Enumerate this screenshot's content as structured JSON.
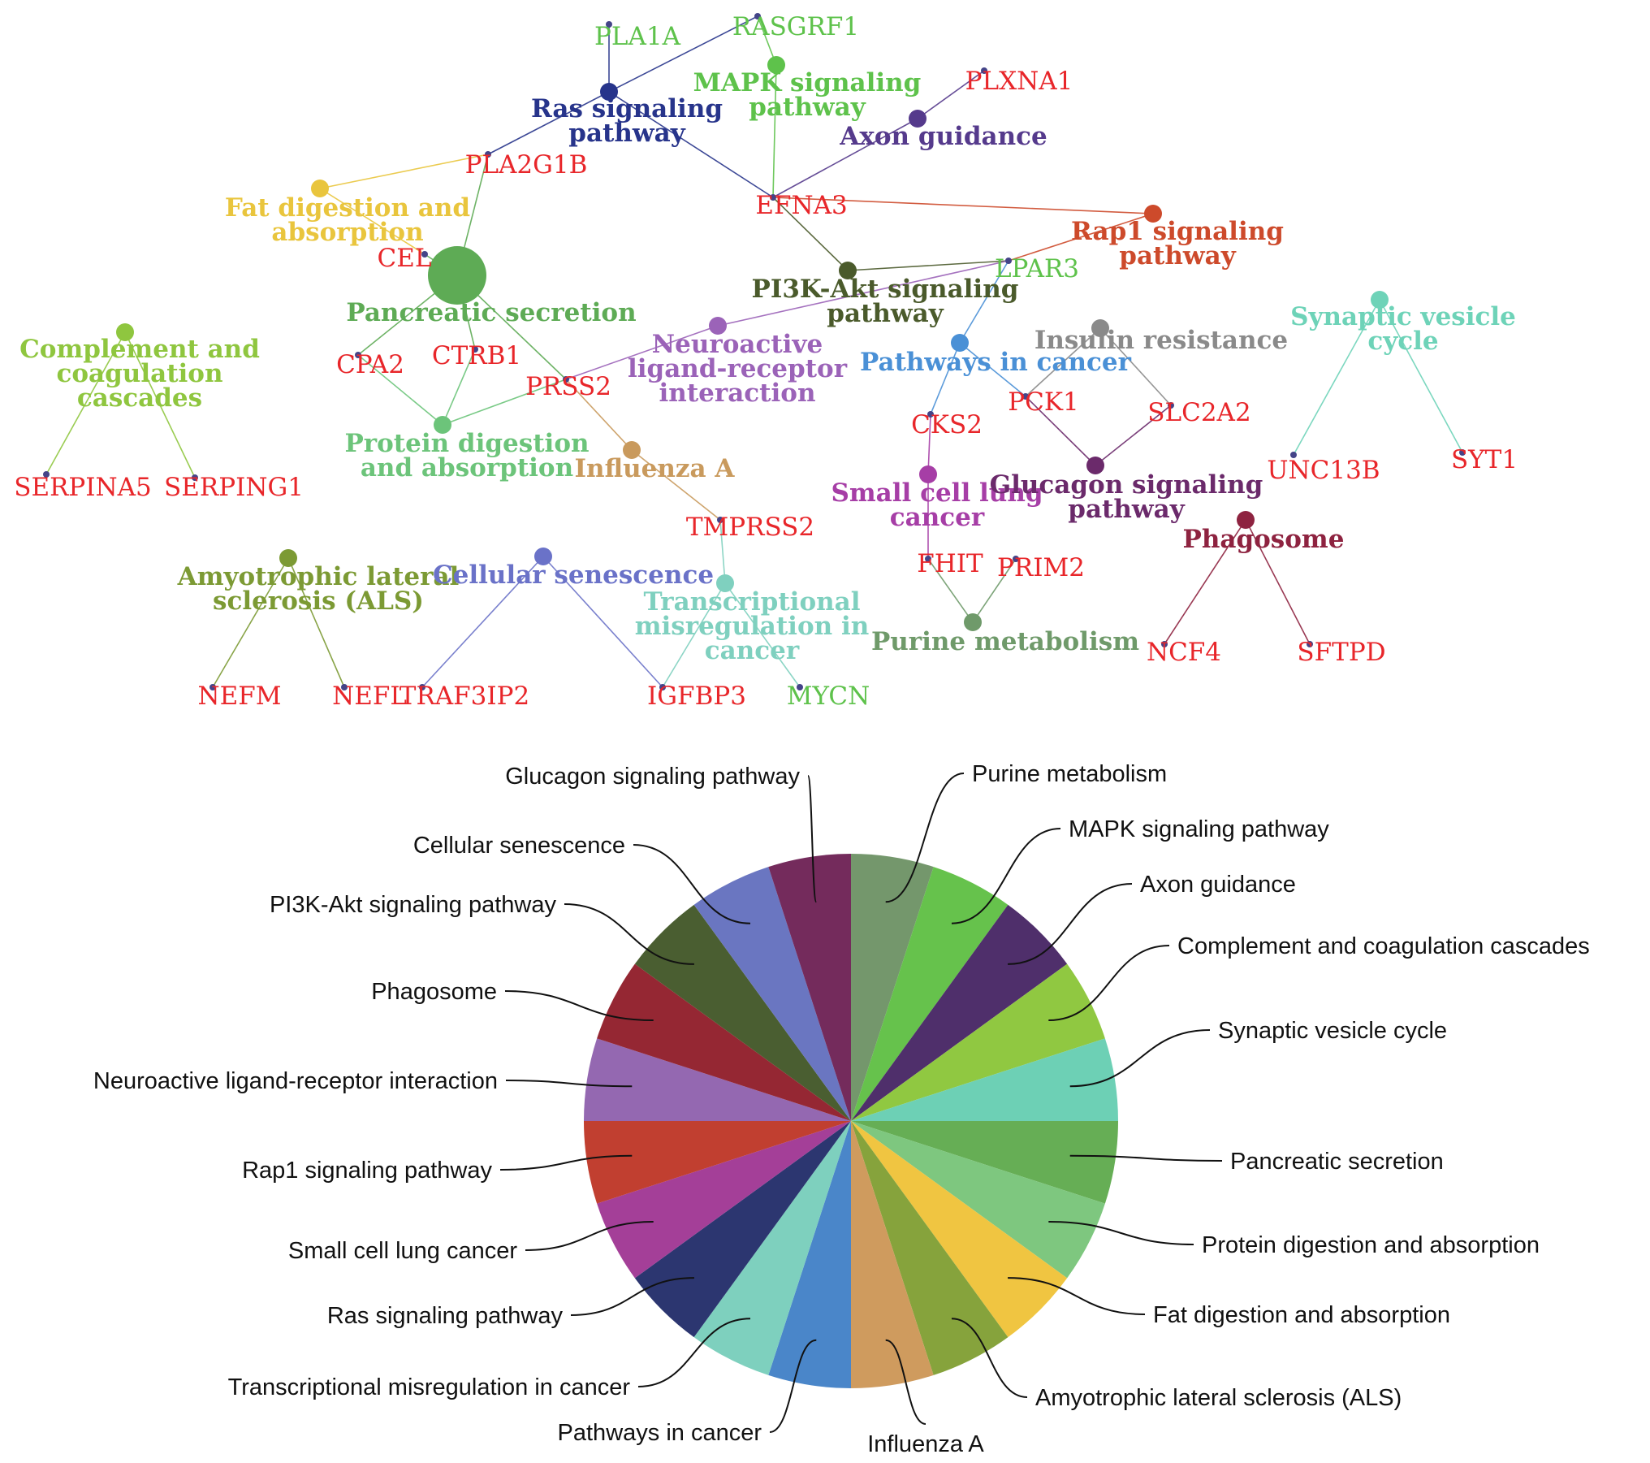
{
  "network": {
    "terms": [
      {
        "id": "ras",
        "label": [
          "Ras signaling",
          "pathway"
        ],
        "color": "#27348b"
      },
      {
        "id": "mapk",
        "label": [
          "MAPK signaling",
          "pathway"
        ],
        "color": "#5ec24b"
      },
      {
        "id": "axon",
        "label": [
          "Axon guidance"
        ],
        "color": "#553a8c"
      },
      {
        "id": "fat",
        "label": [
          "Fat digestion and",
          "absorption"
        ],
        "color": "#e9c53d"
      },
      {
        "id": "rap1",
        "label": [
          "Rap1 signaling",
          "pathway"
        ],
        "color": "#cd4a2b"
      },
      {
        "id": "pi3k",
        "label": [
          "PI3K-Akt signaling",
          "pathway"
        ],
        "color": "#4a5a2b"
      },
      {
        "id": "panc",
        "label": [
          "Pancreatic secretion"
        ],
        "color": "#5eab55"
      },
      {
        "id": "comp",
        "label": [
          "Complement and",
          "coagulation",
          "cascades"
        ],
        "color": "#8fc63f"
      },
      {
        "id": "neuro",
        "label": [
          "Neuroactive",
          "ligand-receptor",
          "interaction"
        ],
        "color": "#9b63b8"
      },
      {
        "id": "pic",
        "label": [
          "Pathways in cancer"
        ],
        "color": "#4a90d6"
      },
      {
        "id": "insulin",
        "label": [
          "Insulin resistance"
        ],
        "color": "#8a8a8a"
      },
      {
        "id": "syn",
        "label": [
          "Synaptic vesicle",
          "cycle"
        ],
        "color": "#6ed3b8"
      },
      {
        "id": "prot",
        "label": [
          "Protein digestion",
          "and absorption"
        ],
        "color": "#6cc47a"
      },
      {
        "id": "flu",
        "label": [
          "Influenza A"
        ],
        "color": "#c99a5d"
      },
      {
        "id": "sclc",
        "label": [
          "Small cell lung",
          "cancer"
        ],
        "color": "#a63ea6"
      },
      {
        "id": "gluc",
        "label": [
          "Glucagon signaling",
          "pathway"
        ],
        "color": "#6b2a6b"
      },
      {
        "id": "phago",
        "label": [
          "Phagosome"
        ],
        "color": "#8e2340"
      },
      {
        "id": "als",
        "label": [
          "Amyotrophic lateral",
          "sclerosis (ALS)"
        ],
        "color": "#7c9a34"
      },
      {
        "id": "sen",
        "label": [
          "Cellular senescence"
        ],
        "color": "#6a72c8"
      },
      {
        "id": "tmis",
        "label": [
          "Transcriptional",
          "misregulation in",
          "cancer"
        ],
        "color": "#7fd0bf"
      },
      {
        "id": "purine",
        "label": [
          "Purine metabolism"
        ],
        "color": "#6f9a6a"
      }
    ],
    "genes": [
      {
        "id": "PLA1A",
        "label": "PLA1A",
        "color": "#5ec24b"
      },
      {
        "id": "RASGRF1",
        "label": "RASGRF1",
        "color": "#5ec24b"
      },
      {
        "id": "PLXNA1",
        "label": "PLXNA1",
        "color": "#e8262a"
      },
      {
        "id": "PLA2G1B",
        "label": "PLA2G1B",
        "color": "#e8262a"
      },
      {
        "id": "EFNA3",
        "label": "EFNA3",
        "color": "#e8262a"
      },
      {
        "id": "CEL",
        "label": "CEL",
        "color": "#e8262a"
      },
      {
        "id": "LPAR3",
        "label": "LPAR3",
        "color": "#5ec24b"
      },
      {
        "id": "CPA2",
        "label": "CPA2",
        "color": "#e8262a"
      },
      {
        "id": "CTRB1",
        "label": "CTRB1",
        "color": "#e8262a"
      },
      {
        "id": "PRSS2",
        "label": "PRSS2",
        "color": "#e8262a"
      },
      {
        "id": "PCK1",
        "label": "PCK1",
        "color": "#e8262a"
      },
      {
        "id": "SLC2A2",
        "label": "SLC2A2",
        "color": "#e8262a"
      },
      {
        "id": "CKS2",
        "label": "CKS2",
        "color": "#e8262a"
      },
      {
        "id": "UNC13B",
        "label": "UNC13B",
        "color": "#e8262a"
      },
      {
        "id": "SYT1",
        "label": "SYT1",
        "color": "#e8262a"
      },
      {
        "id": "SERPINA5",
        "label": "SERPINA5",
        "color": "#e8262a"
      },
      {
        "id": "SERPING1",
        "label": "SERPING1",
        "color": "#e8262a"
      },
      {
        "id": "TMPRSS2",
        "label": "TMPRSS2",
        "color": "#e8262a"
      },
      {
        "id": "FHIT",
        "label": "FHIT",
        "color": "#e8262a"
      },
      {
        "id": "PRIM2",
        "label": "PRIM2",
        "color": "#e8262a"
      },
      {
        "id": "NCF4",
        "label": "NCF4",
        "color": "#e8262a"
      },
      {
        "id": "SFTPD",
        "label": "SFTPD",
        "color": "#e8262a"
      },
      {
        "id": "NEFM",
        "label": "NEFM",
        "color": "#e8262a"
      },
      {
        "id": "NEFL",
        "label": "NEFL",
        "color": "#e8262a"
      },
      {
        "id": "TRAF3IP2",
        "label": "TRAF3IP2",
        "color": "#e8262a"
      },
      {
        "id": "IGFBP3",
        "label": "IGFBP3",
        "color": "#e8262a"
      },
      {
        "id": "MYCN",
        "label": "MYCN",
        "color": "#5ec24b"
      }
    ],
    "edges": [
      [
        "ras",
        "PLA1A"
      ],
      [
        "ras",
        "RASGRF1"
      ],
      [
        "ras",
        "PLA2G1B"
      ],
      [
        "ras",
        "EFNA3"
      ],
      [
        "mapk",
        "RASGRF1"
      ],
      [
        "mapk",
        "EFNA3"
      ],
      [
        "axon",
        "PLXNA1"
      ],
      [
        "axon",
        "EFNA3"
      ],
      [
        "fat",
        "PLA2G1B"
      ],
      [
        "fat",
        "CEL"
      ],
      [
        "rap1",
        "EFNA3"
      ],
      [
        "rap1",
        "LPAR3"
      ],
      [
        "pi3k",
        "EFNA3"
      ],
      [
        "pi3k",
        "LPAR3"
      ],
      [
        "panc",
        "PLA2G1B"
      ],
      [
        "panc",
        "CEL"
      ],
      [
        "panc",
        "CPA2"
      ],
      [
        "panc",
        "CTRB1"
      ],
      [
        "panc",
        "PRSS2"
      ],
      [
        "comp",
        "SERPINA5"
      ],
      [
        "comp",
        "SERPING1"
      ],
      [
        "neuro",
        "PRSS2"
      ],
      [
        "neuro",
        "LPAR3"
      ],
      [
        "pic",
        "LPAR3"
      ],
      [
        "pic",
        "CKS2"
      ],
      [
        "pic",
        "PCK1"
      ],
      [
        "insulin",
        "PCK1"
      ],
      [
        "insulin",
        "SLC2A2"
      ],
      [
        "syn",
        "UNC13B"
      ],
      [
        "syn",
        "SYT1"
      ],
      [
        "prot",
        "CPA2"
      ],
      [
        "prot",
        "CTRB1"
      ],
      [
        "prot",
        "PRSS2"
      ],
      [
        "flu",
        "PRSS2"
      ],
      [
        "flu",
        "TMPRSS2"
      ],
      [
        "sclc",
        "CKS2"
      ],
      [
        "sclc",
        "FHIT"
      ],
      [
        "gluc",
        "PCK1"
      ],
      [
        "gluc",
        "SLC2A2"
      ],
      [
        "phago",
        "NCF4"
      ],
      [
        "phago",
        "SFTPD"
      ],
      [
        "als",
        "NEFM"
      ],
      [
        "als",
        "NEFL"
      ],
      [
        "sen",
        "TRAF3IP2"
      ],
      [
        "sen",
        "IGFBP3"
      ],
      [
        "tmis",
        "TMPRSS2"
      ],
      [
        "tmis",
        "IGFBP3"
      ],
      [
        "tmis",
        "MYCN"
      ],
      [
        "purine",
        "FHIT"
      ],
      [
        "purine",
        "PRIM2"
      ]
    ]
  },
  "pie": {
    "slices": [
      {
        "label": "Purine metabolism",
        "color": "#74976c"
      },
      {
        "label": "MAPK signaling pathway",
        "color": "#66c24c"
      },
      {
        "label": "Axon guidance",
        "color": "#4f2f6b"
      },
      {
        "label": "Complement and coagulation cascades",
        "color": "#90c841"
      },
      {
        "label": "Synaptic vesicle cycle",
        "color": "#6dd0b5"
      },
      {
        "label": "Pancreatic secretion",
        "color": "#66ae55"
      },
      {
        "label": "Protein digestion and absorption",
        "color": "#7ec77f"
      },
      {
        "label": "Fat digestion and absorption",
        "color": "#f0c541"
      },
      {
        "label": "Amyotrophic lateral sclerosis (ALS)",
        "color": "#86a33c"
      },
      {
        "label": "Influenza A",
        "color": "#cf9b5e"
      },
      {
        "label": "Pathways in cancer",
        "color": "#4a86c9"
      },
      {
        "label": "Transcriptional misregulation in cancer",
        "color": "#7ed0be"
      },
      {
        "label": "Ras signaling pathway",
        "color": "#2c3670"
      },
      {
        "label": "Small cell lung cancer",
        "color": "#a43f98"
      },
      {
        "label": "Rap1 signaling pathway",
        "color": "#c13f30"
      },
      {
        "label": "Neuroactive ligand-receptor interaction",
        "color": "#9468b1"
      },
      {
        "label": "Phagosome",
        "color": "#952733"
      },
      {
        "label": "PI3K-Akt signaling pathway",
        "color": "#4a5e31"
      },
      {
        "label": "Cellular senescence",
        "color": "#6a76c1"
      },
      {
        "label": "Glucagon signaling pathway",
        "color": "#742b5c"
      }
    ]
  }
}
